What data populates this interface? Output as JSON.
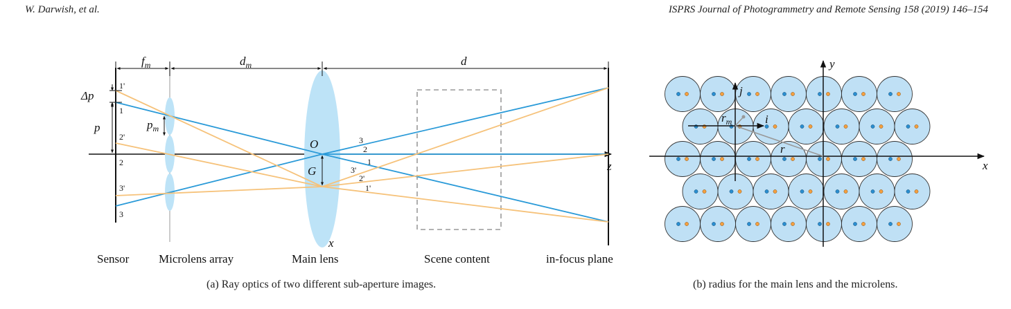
{
  "header": {
    "left": "W. Darwish, et al.",
    "right": "ISPRS Journal of Photogrammetry and Remote Sensing 158 (2019) 146–154"
  },
  "figure_a": {
    "caption": "(a) Ray optics of two different sub-aperture images.",
    "dims": {
      "f_m": "f",
      "f_m_sub": "m",
      "d_m": "d",
      "d_m_sub": "m",
      "d": "d"
    },
    "symbols": {
      "delta_p": "Δp",
      "p": "p",
      "p_m": "p",
      "p_m_sub": "m",
      "O": "O",
      "G": "G",
      "z": "z",
      "x": "x"
    },
    "sensor_ticks": [
      "1'",
      "1",
      "2'",
      "2",
      "3'",
      "3"
    ],
    "lens_ticks": [
      "3",
      "2",
      "1",
      "3'",
      "2'",
      "1'"
    ],
    "bottom_labels": {
      "sensor": "Sensor",
      "microlens": "Microlens array",
      "main_lens": "Main lens",
      "scene": "Scene content",
      "focus_plane": "in-focus plane"
    },
    "colors": {
      "blue_ray": "#2a9ad8",
      "orange_ray": "#f6c27a",
      "lens_fill": "#bde3f7"
    }
  },
  "figure_b": {
    "caption": "(b) radius for the main lens and the microlens.",
    "axes": {
      "x": "x",
      "y": "y",
      "i": "i",
      "j": "j",
      "r": "r",
      "r_m": "r",
      "r_m_sub": "m"
    },
    "rows": [
      7,
      7,
      7,
      7,
      7
    ],
    "colors": {
      "circle_fill": "#bfe0f5",
      "blue_dot": "#2a8ed0",
      "orange_dot": "#f5a040"
    }
  }
}
